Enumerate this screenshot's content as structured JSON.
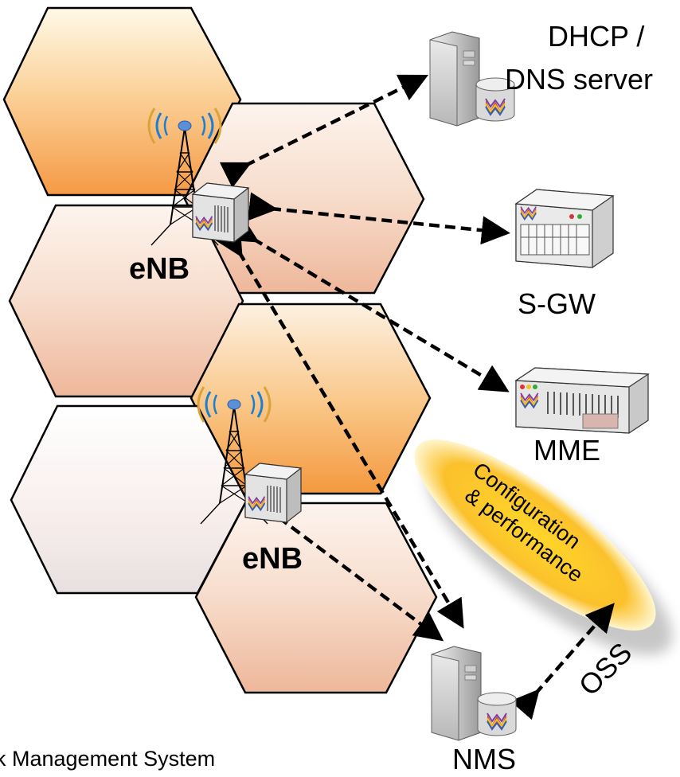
{
  "nodes": {
    "dhcp_dns": {
      "line1": "DHCP /",
      "line2": "DNS server"
    },
    "sgw": {
      "label": "S-GW"
    },
    "mme": {
      "label": "MME"
    },
    "nms": {
      "label": "NMS"
    },
    "enb_top": {
      "label": "eNB"
    },
    "enb_bottom": {
      "label": "eNB"
    }
  },
  "callout": {
    "line1": "Configuration",
    "line2": "& performance"
  },
  "links": {
    "oss_label": "OSS"
  },
  "footer": {
    "text": "k Management System"
  },
  "colors": {
    "hex_stroke": "#000000",
    "hex_orange": "#f7a64a",
    "hex_light": "#f8d9c8",
    "callout_yellow": "#fbd23a",
    "arrow": "#000000"
  }
}
